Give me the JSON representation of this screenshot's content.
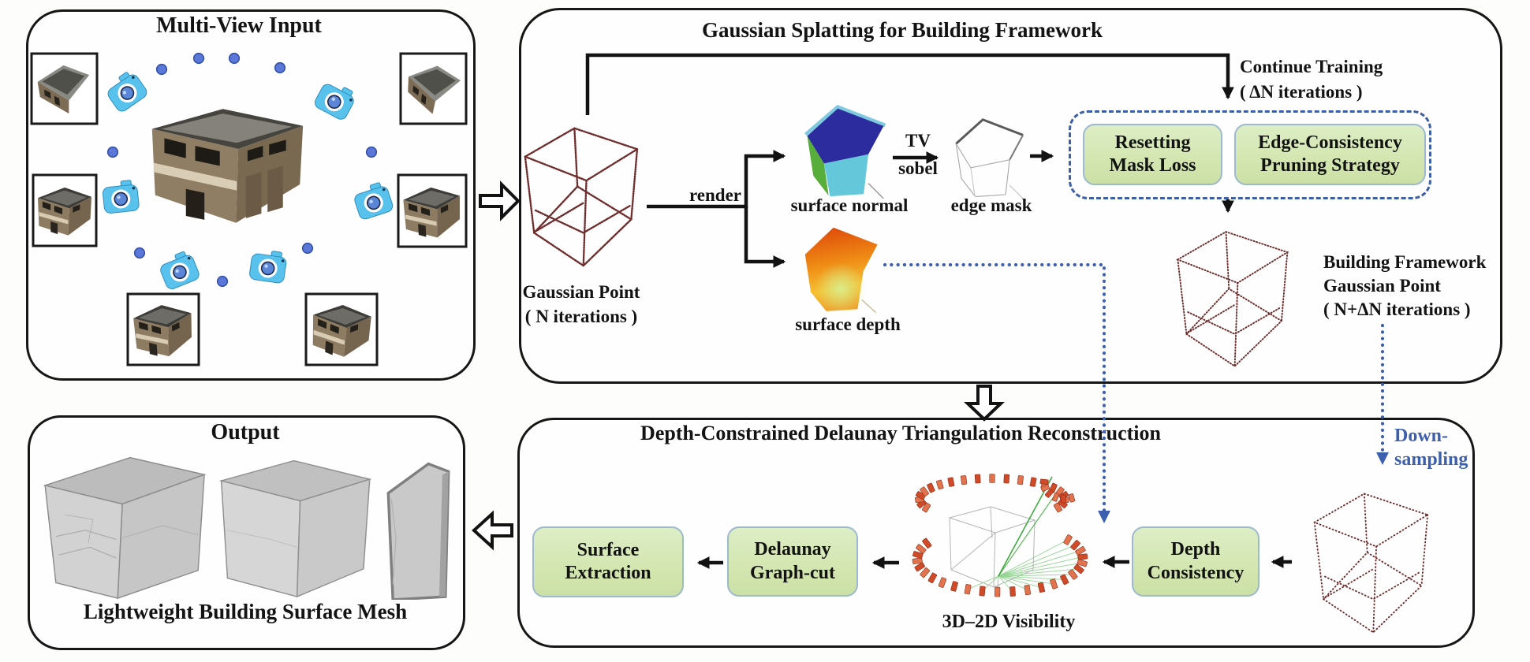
{
  "panels": {
    "multiview": {
      "title": "Multi-View Input"
    },
    "gaussian_splatting": {
      "title": "Gaussian Splatting for Building Framework",
      "continue_training": {
        "line1": "Continue Training",
        "line2": "( ΔN iterations )"
      },
      "gaussian_point": {
        "line1": "Gaussian Point",
        "line2": "( N iterations )"
      },
      "render_label": "render",
      "surface_normal_label": "surface normal",
      "tv_label": "TV",
      "sobel_label": "sobel",
      "edge_mask_label": "edge mask",
      "resetting_mask_loss": {
        "line1": "Resetting",
        "line2": "Mask Loss"
      },
      "edge_consistency_pruning": {
        "line1": "Edge-Consistency",
        "line2": "Pruning Strategy"
      },
      "surface_depth_label": "surface depth",
      "building_framework": {
        "line1": "Building Framework",
        "line2": "Gaussian Point",
        "line3": "( N+ΔN iterations )"
      },
      "downsampling": {
        "line1": "Down-",
        "line2": "sampling"
      }
    },
    "delaunay": {
      "title": "Depth-Constrained Delaunay Triangulation Reconstruction",
      "surface_extraction": {
        "line1": "Surface",
        "line2": "Extraction"
      },
      "delaunay_graph_cut": {
        "line1": "Delaunay",
        "line2": "Graph-cut"
      },
      "depth_consistency": {
        "line1": "Depth",
        "line2": "Consistency"
      },
      "visibility_label": "3D–2D Visibility"
    },
    "output": {
      "title": "Output",
      "caption": "Lightweight Building Surface Mesh"
    }
  },
  "icons": {
    "camera-icon": "blue compact camera glyph",
    "view-dot-icon": "blue circular viewpoint marker",
    "block-arrow-icon": "hollow white arrow with black outline"
  },
  "colors": {
    "process_box_fill": "#d3e6b0",
    "process_box_border": "#9db9cf",
    "dashed_box_border": "#3d5fa6",
    "accent_blue": "#3c5fae",
    "camera_body": "#58c2ec",
    "point_cloud": "#6e2c2c",
    "arrow_black": "#121212",
    "frustum_orange": "#cf4a28",
    "mesh_gray": "#c9c9c9"
  }
}
